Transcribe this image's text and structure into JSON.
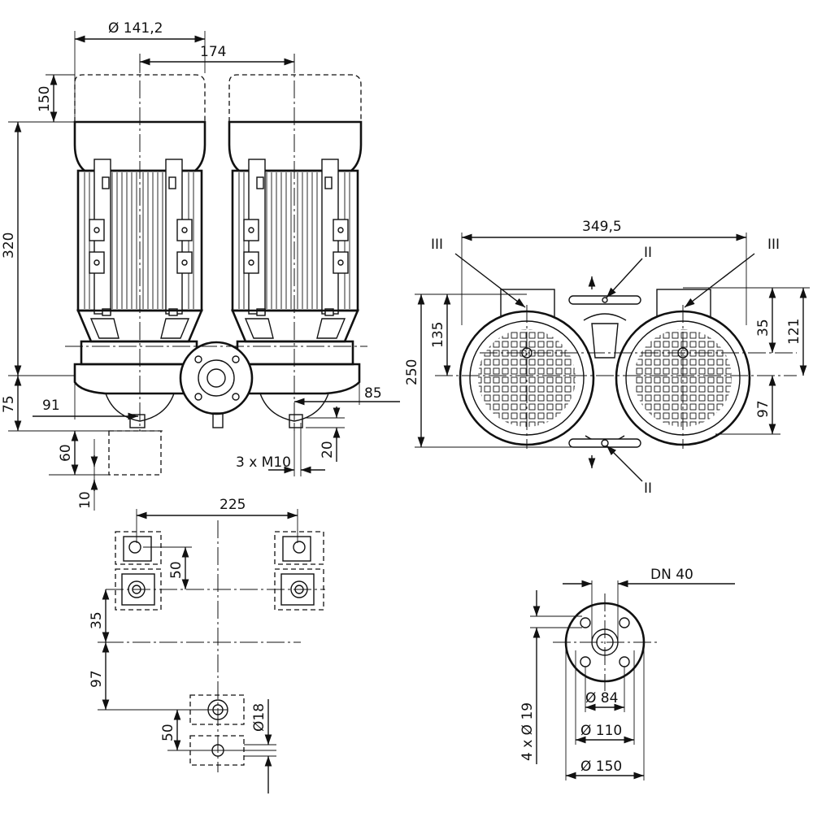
{
  "drawing": {
    "front_view": {
      "dim_motor_dia": "Ø 141,2",
      "dim_axis_distance": "174",
      "dim_hood_height": "150",
      "dim_motor_height": "320",
      "dim_flange_height": "75",
      "dim_foot_offset": "91",
      "dim_side_offset": "85",
      "dim_foot_height": "60",
      "dim_foot_base": "10",
      "dim_thread_depth": "20",
      "thread_label": "3 x M10"
    },
    "top_view": {
      "dim_width": "349,5",
      "dim_height": "250",
      "dim_upper_offset": "135",
      "dim_right_upper": "35",
      "dim_right_total": "121",
      "dim_right_lower": "97",
      "label_left": "III",
      "label_right": "III",
      "label_top": "II",
      "label_bottom": "II"
    },
    "foot_plan": {
      "dim_width": "225",
      "dim_upper_pitch": "50",
      "dim_offset": "35",
      "dim_lower_offset": "97",
      "dim_lower_pitch": "50",
      "dim_hole": "Ø18"
    },
    "flange_view": {
      "dn_label": "DN 40",
      "dim_inner": "Ø 84",
      "dim_bolt_circle": "Ø 110",
      "dim_outer": "Ø 150",
      "dim_holes": "4 x Ø 19"
    }
  }
}
